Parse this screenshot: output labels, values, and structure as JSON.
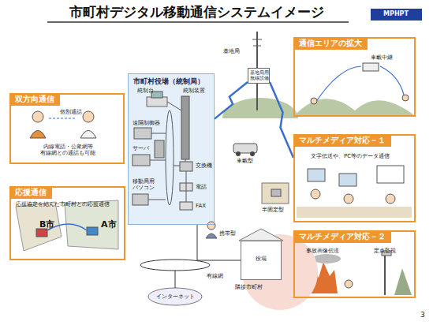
{
  "diagram": {
    "title": "市町村デジタル移動通信システムイメージ",
    "nodes": [
      {
        "text": [
          "MPHPT"
        ]
      },
      {
        "text": [
          "双方向通信",
          "個別通話",
          "内線電話・公衆網等 有線網との通話も可能"
        ]
      },
      {
        "text": [
          "応援通信",
          "応援協定を結んだ市町村との応援通信",
          "B市",
          "A市"
        ]
      },
      {
        "text": [
          "市町村役場（統制局）"
        ]
      },
      {
        "text": [
          "基地局",
          "基地局用 無線設備"
        ]
      },
      {
        "text": [
          "通信エリアの拡大",
          "車載中継"
        ]
      },
      {
        "text": [
          "マルチメディア対応－１",
          "文字伝送や、PC等のデータ通信"
        ]
      },
      {
        "text": [
          "マルチメディア対応－２",
          "事故画像伝送",
          "定点監視"
        ]
      },
      {
        "text": [
          "役場",
          "隣接市町村"
        ]
      }
    ],
    "edges": [
      {
        "from": 3,
        "to": 4,
        "arrow": "none"
      },
      {
        "from": 4,
        "to": 6,
        "arrow": "none"
      },
      {
        "from": 3,
        "to": 8,
        "arrow": "none"
      }
    ],
    "labels": [
      "統制台",
      "統制装置",
      "遠隔制御器",
      "サーバ",
      "移動局用 パソコン",
      "交換機",
      "電話",
      "FAX",
      "車載型",
      "半固定型",
      "携帯型",
      "有線網",
      "インターネット",
      "3"
    ]
  }
}
